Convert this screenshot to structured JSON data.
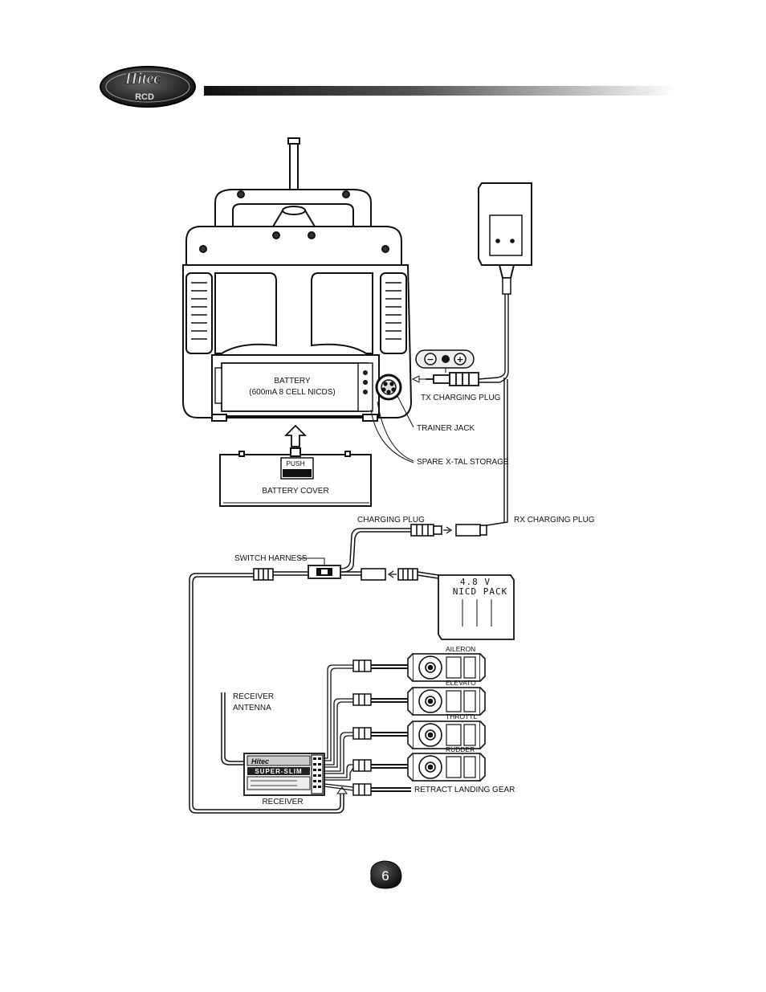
{
  "header": {
    "logo_text": "Hitec",
    "logo_subtext": "RCD"
  },
  "transmitter": {
    "battery_label_line1": "BATTERY",
    "battery_label_line2": "(600mA 8 CELL NICDS)",
    "battery_cover_label": "BATTERY COVER",
    "push_label": "PUSH"
  },
  "labels": {
    "tx_charging_plug": "TX CHARGING PLUG",
    "trainer_jack": "TRAINER JACK",
    "spare_xtal_storage": "SPARE X-TAL STORAGE",
    "charging_plug": "CHARGING PLUG",
    "rx_charging_plug": "RX CHARGING PLUG",
    "switch_harness": "SWITCH HARNESS",
    "nicd_pack_line1": "4.8 V",
    "nicd_pack_line2": "NICD PACK",
    "receiver_antenna_line1": "RECEIVER",
    "receiver_antenna_line2": "ANTENNA",
    "receiver": "RECEIVER",
    "receiver_brand": "Hitec",
    "receiver_model": "SUPER-SLIM",
    "retract_landing_gear": "RETRACT LANDING GEAR"
  },
  "servos": [
    {
      "label": "AILERON"
    },
    {
      "label": "ELEVATO"
    },
    {
      "label": "THROTTL"
    },
    {
      "label": "RUDDER"
    }
  ],
  "polarity": {
    "minus": "−",
    "plus": "+"
  },
  "footer": {
    "page_number": "6"
  }
}
